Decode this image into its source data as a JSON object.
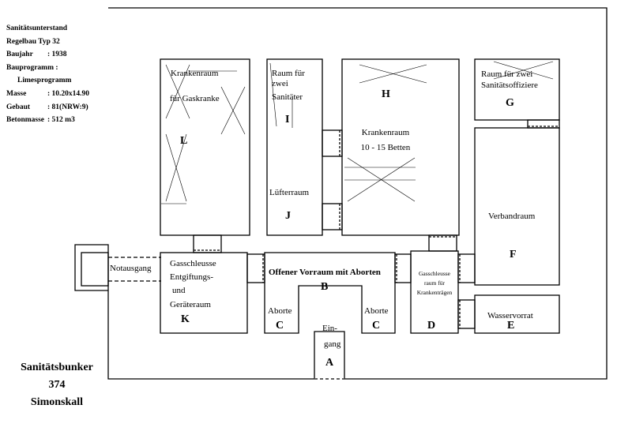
{
  "info": {
    "title": "Sanitätsunterstand",
    "rows": [
      {
        "key": "Regelbau Typ 32",
        "value": ""
      },
      {
        "key": "Baujahr",
        "value": ":   1938"
      },
      {
        "key": "Bauprogramm :",
        "value": ""
      },
      {
        "key": "Limesprogramm",
        "value": ""
      },
      {
        "key": "Masse",
        "value": ": 10.20x14.90"
      },
      {
        "key": "Gebaut",
        "value": ": 81(NRW:9)"
      },
      {
        "key": "Betonmasse",
        "value": ": 512 m3"
      }
    ]
  },
  "caption": [
    "Sanitätsbunker",
    "374",
    "Simonskall"
  ],
  "rooms": {
    "L": {
      "name_lines": [
        "Krankenraum",
        "für   Gaskranke"
      ],
      "letter": "L"
    },
    "I": {
      "name_lines": [
        "Raum für",
        "zwei",
        "Sanitäter"
      ],
      "letter": "I"
    },
    "J": {
      "name": "Lüfterraum",
      "letter": "J"
    },
    "H": {
      "letter": "H",
      "name_lines": [
        "Krankenraum",
        "10 - 15 Betten"
      ]
    },
    "G": {
      "name_lines": [
        "Raum für zwei",
        "Sanitätsoffiziere"
      ],
      "letter": "G"
    },
    "F": {
      "name": "Verbandraum",
      "letter": "F"
    },
    "K": {
      "name_lines": [
        "Gasschleusse",
        "Entgiftungs-",
        "und",
        "Geräteraum"
      ],
      "letter": "K"
    },
    "notausgang": "Notausgang",
    "B": {
      "name": "Offener Vorraum mit Aborten",
      "letter": "B"
    },
    "C": {
      "name": "Aborte",
      "letter": "C"
    },
    "A": {
      "name_lines": [
        "Ein-",
        "gang"
      ],
      "letter": "A"
    },
    "D": {
      "name_lines": [
        "Gasschleusse",
        "raum für",
        "Krankenträgen"
      ],
      "letter": "D"
    },
    "E": {
      "name": "Wasservorrat",
      "letter": "E"
    }
  }
}
